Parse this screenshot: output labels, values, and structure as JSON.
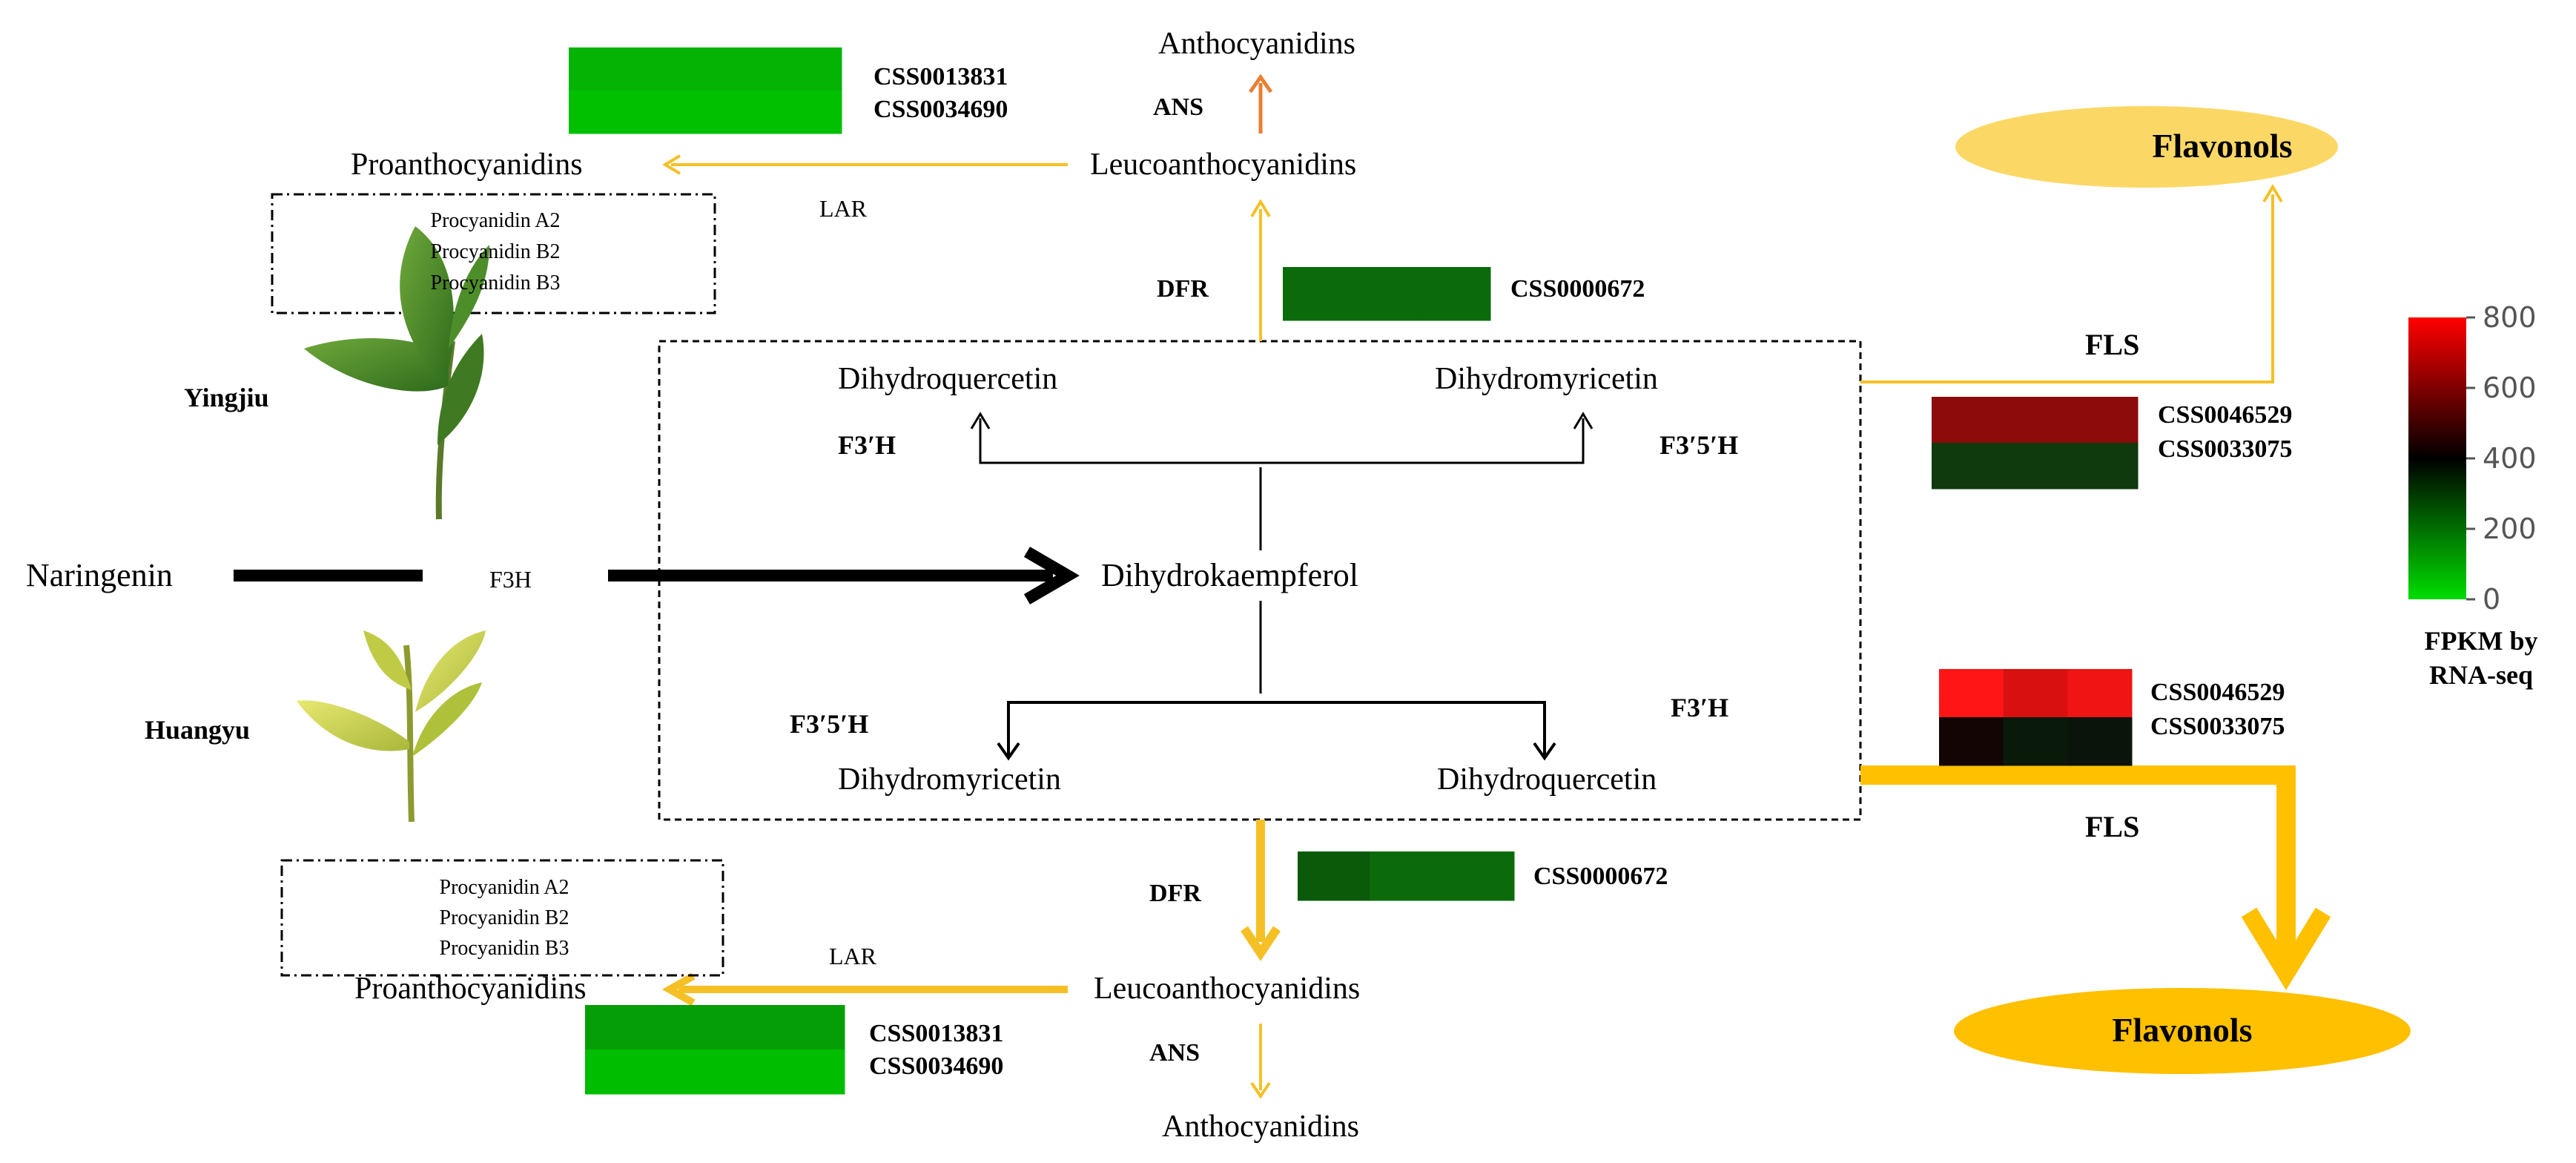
{
  "colors": {
    "yellow_arrow": "#F5C025",
    "orange_arrow": "#ED7D31",
    "ellipse_light": "#FBD866",
    "ellipse_strong": "#FFC000",
    "heat_green_bright": "#00C000",
    "heat_green_mid": "#1AA01A",
    "heat_green_dark": "#006A00",
    "heat_dark_green": "#0F3A0F",
    "heat_dark_red": "#8A0A0A",
    "heat_red": "#FF1010",
    "heat_black": "#0A0A0A"
  },
  "compounds": {
    "naringenin": "Naringenin",
    "dihydrokaempferol": "Dihydrokaempferol",
    "dihydroquercetin_top": "Dihydroquercetin",
    "dihydromyricetin_top": "Dihydromyricetin",
    "dihydromyricetin_bottom": "Dihydromyricetin",
    "dihydroquercetin_bottom": "Dihydroquercetin",
    "anthocyanidins_top": "Anthocyanidins",
    "leucoanthocyanidins_top": "Leucoanthocyanidins",
    "proanthocyanidins_top": "Proanthocyanidins",
    "anthocyanidins_bottom": "Anthocyanidins",
    "leucoanthocyanidins_bottom": "Leucoanthocyanidins",
    "proanthocyanidins_bottom": "Proanthocyanidins",
    "flavonols_top": "Flavonols",
    "flavonols_bottom": "Flavonols"
  },
  "enzymes": {
    "f3h": "F3H",
    "f3ph_top": "F3′H",
    "f35h_top": "F3′5′H",
    "f35h_bottom": "F3′5′H",
    "f3ph_bottom": "F3′H",
    "dfr_top": "DFR",
    "dfr_bottom": "DFR",
    "ans_top": "ANS",
    "ans_bottom": "ANS",
    "lar_top": "LAR",
    "lar_bottom": "LAR",
    "fls_top": "FLS",
    "fls_bottom": "FLS"
  },
  "cultivars": {
    "top": "Yingjiu",
    "bottom": "Huangyu"
  },
  "procyanidins_top": [
    "Procyanidin  A2",
    "Procyanidin  B2",
    "Procyanidin  B3"
  ],
  "procyanidins_bottom": [
    "Procyanidin  A2",
    "Procyanidin  B2",
    "Procyanidin  B3"
  ],
  "genes": {
    "lar_top_1": "CSS0013831",
    "lar_top_2": "CSS0034690",
    "dfr_top": "CSS0000672",
    "fls_top_1": "CSS0046529",
    "fls_top_2": "CSS0033075",
    "fls_bottom_1": "CSS0046529",
    "fls_bottom_2": "CSS0033075",
    "dfr_bottom": "CSS0000672",
    "lar_bottom_1": "CSS0013831",
    "lar_bottom_2": "CSS0034690"
  },
  "heatmaps": {
    "lar_top": [
      [
        "#05B305",
        "#05B305",
        "#05B305"
      ],
      [
        "#00C000",
        "#00C000",
        "#00C000"
      ]
    ],
    "dfr_top": [
      [
        "#0B6B0B",
        "#0B6B0B",
        "#0B6B0B"
      ]
    ],
    "fls_top": [
      [
        "#8E0B0B",
        "#8E0B0B",
        "#8E0B0B"
      ],
      [
        "#0E3A0E",
        "#0E3A0E",
        "#0E3A0E"
      ]
    ],
    "fls_bottom": [
      [
        "#FF1515",
        "#D81010",
        "#F01414"
      ],
      [
        "#140505",
        "#0A1A0A",
        "#0A140A"
      ]
    ],
    "dfr_bottom": [
      [
        "#0A5A0A",
        "#0B6B0B",
        "#0B6B0B"
      ]
    ],
    "lar_bottom": [
      [
        "#069E06",
        "#069E06",
        "#069E06"
      ],
      [
        "#00BD00",
        "#00BD00",
        "#00BD00"
      ]
    ]
  },
  "legend": {
    "ticks": [
      "800",
      "600",
      "400",
      "200",
      "0"
    ],
    "title_line1": "FPKM by",
    "title_line2": "RNA-seq"
  }
}
